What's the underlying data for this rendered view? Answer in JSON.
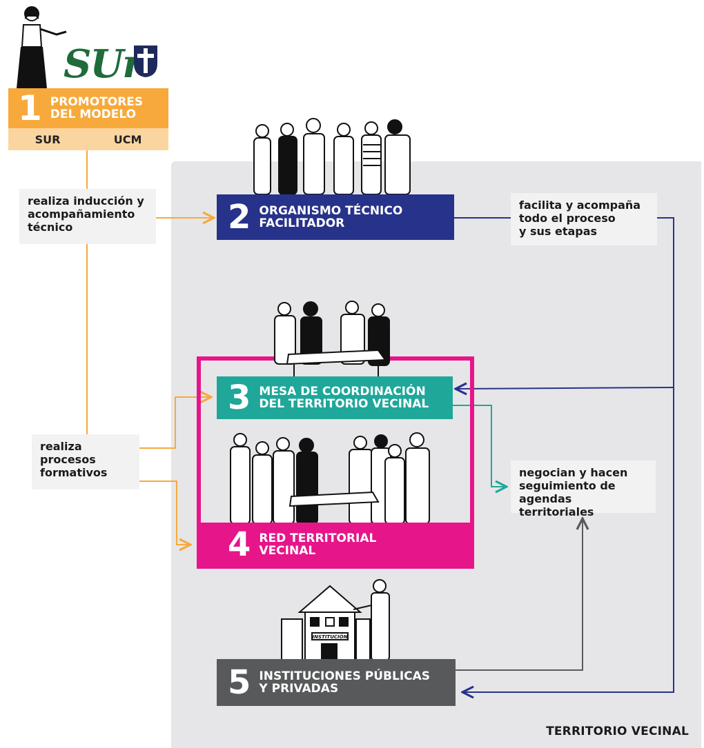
{
  "logos": {
    "sur_text": "SUr",
    "ucm_icon": "ucm-cross-logo"
  },
  "promotores": {
    "number": "1",
    "title_line1": "PROMOTORES",
    "title_line2": "DEL MODELO",
    "org_1": "SUR",
    "org_2": "UCM",
    "color": "#f7a93b"
  },
  "organismo": {
    "number": "2",
    "title_line1": "ORGANISMO TÉCNICO",
    "title_line2": "FACILITADOR",
    "color": "#27328a"
  },
  "mesa": {
    "number": "3",
    "title_line1": "MESA DE COORDINACIÓN",
    "title_line2": "DEL TERRITORIO VECINAL",
    "color": "#1fa79a"
  },
  "red": {
    "number": "4",
    "title_line1": "RED TERRITORIAL",
    "title_line2": "VECINAL",
    "color": "#e6158a"
  },
  "instituciones": {
    "number": "5",
    "title_line1": "INSTITUCIONES PÚBLICAS",
    "title_line2": "Y PRIVADAS",
    "color": "#58595b"
  },
  "notes": {
    "induccion": [
      "realiza inducción y",
      "acompañamiento",
      "técnico"
    ],
    "facilita": [
      "facilita y acompaña",
      "todo el proceso",
      "y sus etapas"
    ],
    "formativos": [
      "realiza",
      "procesos",
      "formativos"
    ],
    "negocian": [
      "negocian y hacen",
      "seguimiento de",
      "agendas territoriales"
    ]
  },
  "territory_label": "TERRITORIO VECINAL",
  "illustration_label": "INSTITUCIÓN"
}
